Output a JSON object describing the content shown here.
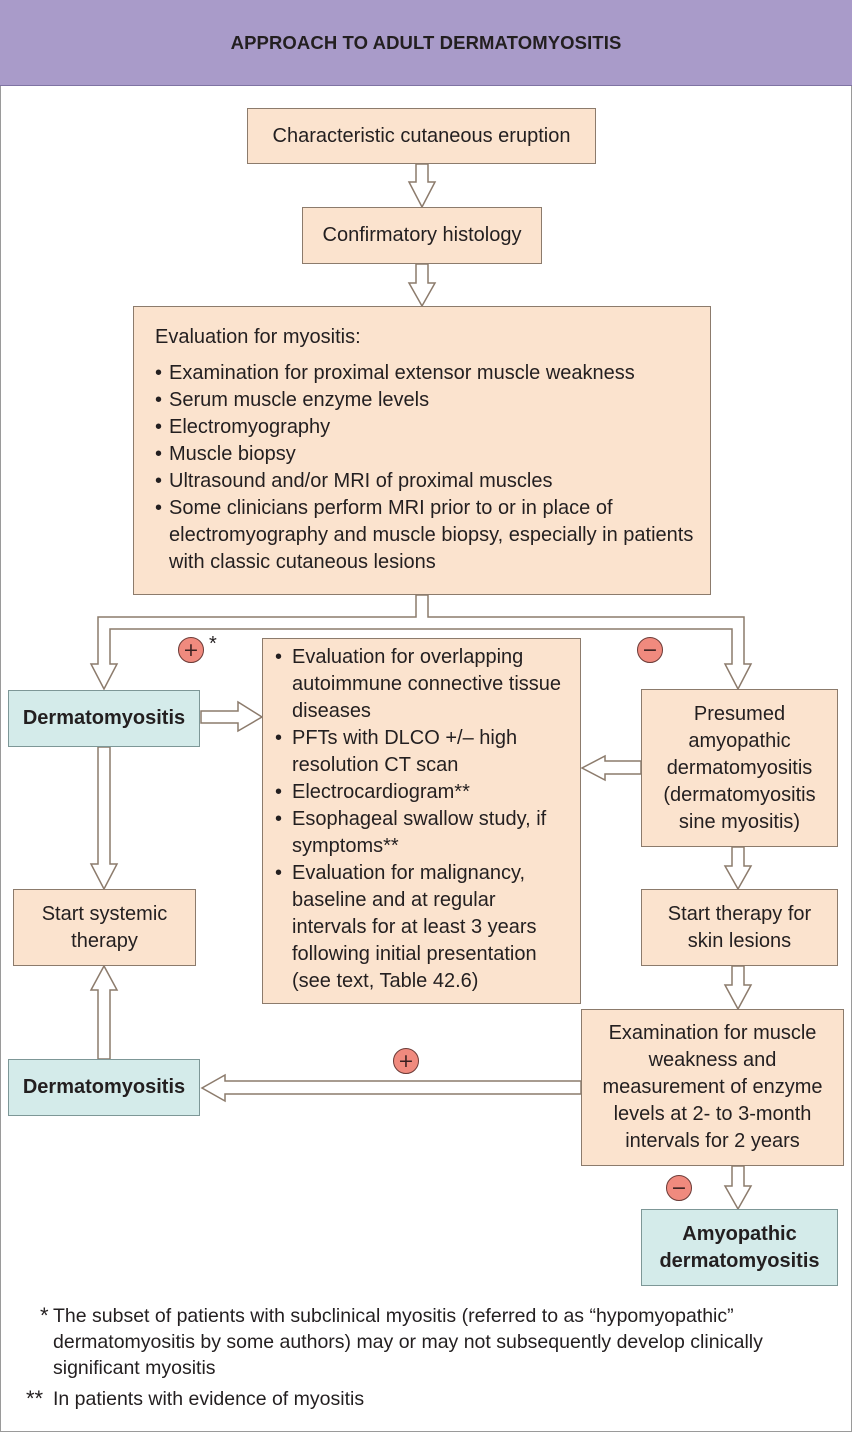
{
  "title": "APPROACH TO ADULT DERMATOMYOSITIS",
  "colors": {
    "header": "#a99bc9",
    "box_fill": "#fbe3ce",
    "teal_fill": "#d4ebea",
    "badge": "#f08a7e"
  },
  "nodes": {
    "cutaneous": "Characteristic cutaneous eruption",
    "histology": "Confirmatory histology",
    "evaluation_heading": "Evaluation for myositis:",
    "evaluation_items": [
      "Examination for proximal extensor muscle weakness",
      "Serum muscle enzyme levels",
      "Electromyography",
      "Muscle biopsy",
      "Ultrasound and/or MRI of proximal muscles",
      "Some clinicians perform MRI prior to or in place of electromyography and muscle biopsy, especially in patients with classic cutaneous lesions"
    ],
    "dm_top": "Dermatomyositis",
    "workup_items": [
      "Evaluation for overlapping autoimmune connective tissue diseases",
      "PFTs with DLCO +/– high resolution CT scan",
      "Electrocardiogram**",
      "Esophageal swallow study, if symptoms**",
      "Evaluation for malignancy, baseline and at regular intervals for at least 3 years following initial presentation (see text, Table 42.6)"
    ],
    "presumed": "Presumed amyopathic dermatomyositis (dermatomyositis sine myositis)",
    "start_systemic": "Start systemic therapy",
    "start_skin": "Start therapy for skin lesions",
    "exam_weakness": "Examination for muscle weakness and measurement of enzyme levels at 2- to 3-month intervals for 2 years",
    "dm_bottom": "Dermatomyositis",
    "amyopathic": "Amyopathic dermatomyositis"
  },
  "badges": {
    "plus": "+",
    "minus": "−",
    "star": "*"
  },
  "footnotes": {
    "note1_mark": "*",
    "note1": "The subset of patients with subclinical myositis (referred to as “hypomyopathic” dermatomyositis by some authors) may or may not subsequently develop clinically significant myositis",
    "note2_mark": "**",
    "note2": "In patients with evidence of myositis"
  }
}
